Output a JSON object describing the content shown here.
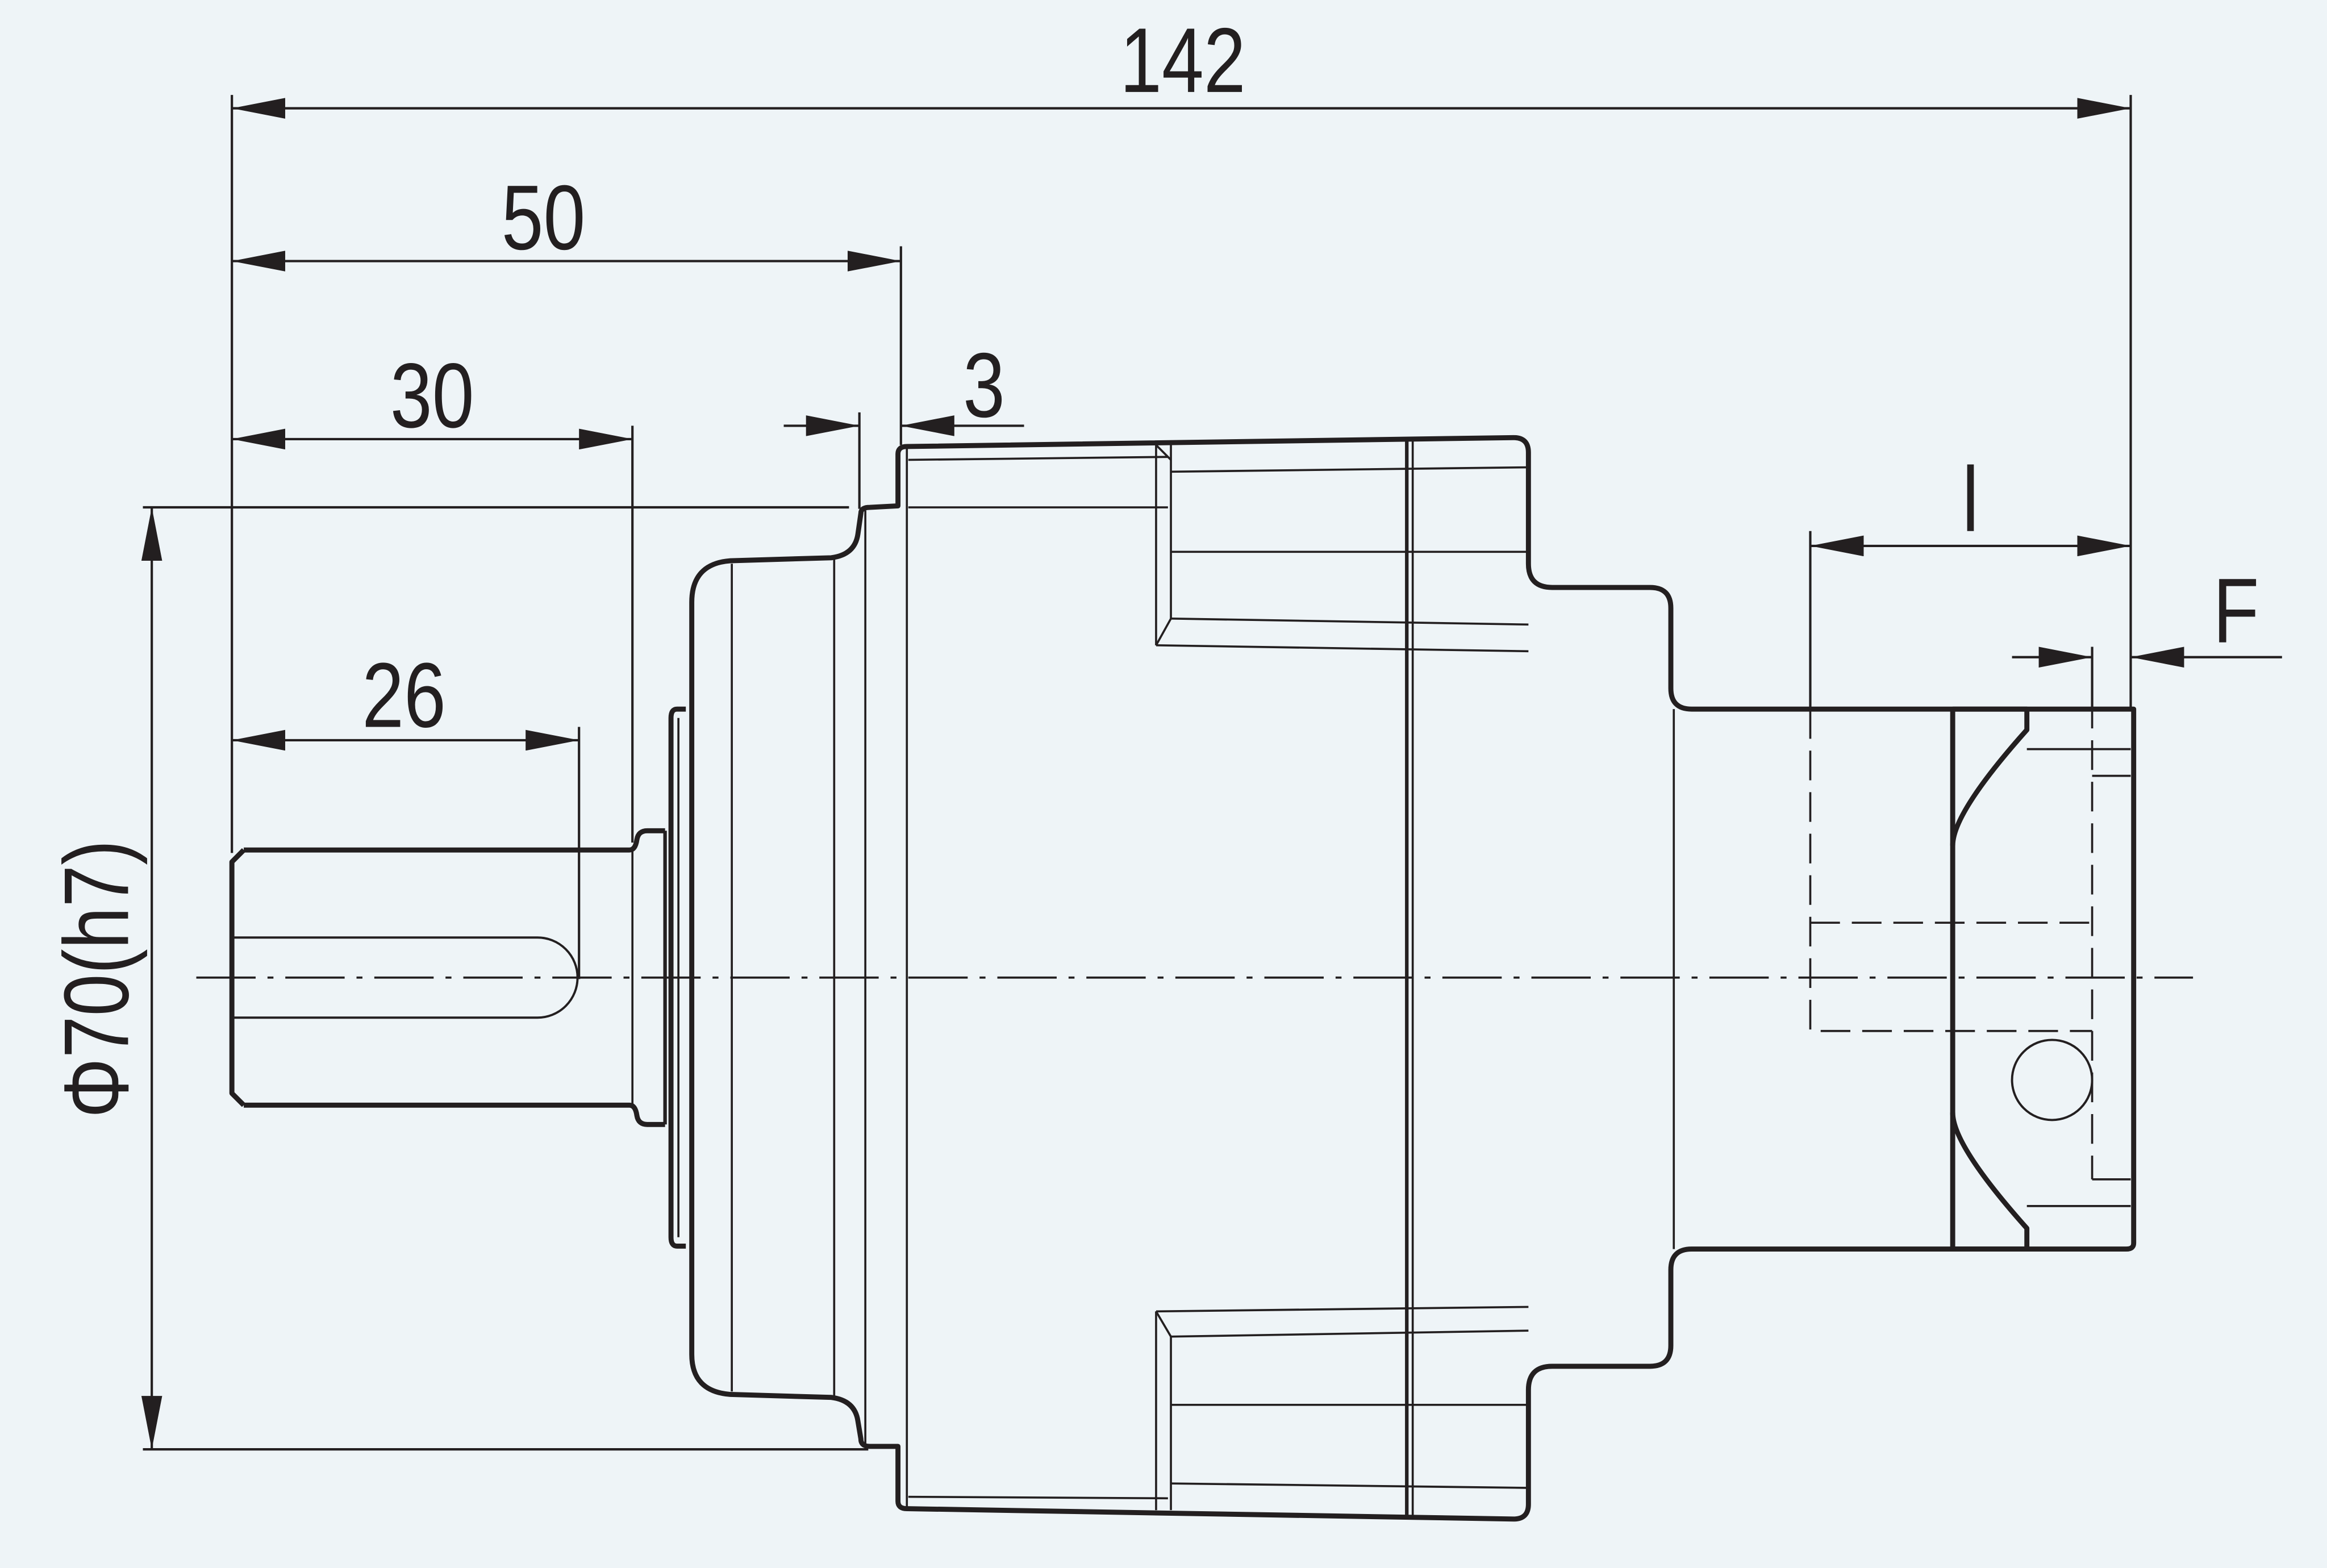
{
  "drawing": {
    "background_color": "#eef4f7",
    "line_color": "#231f20",
    "dimensions": {
      "overall_length": "142",
      "length_50": "50",
      "length_30": "30",
      "length_26": "26",
      "gap_3": "3",
      "length_l": "l",
      "length_f": "F",
      "diameter": "Φ70(h7)"
    }
  }
}
